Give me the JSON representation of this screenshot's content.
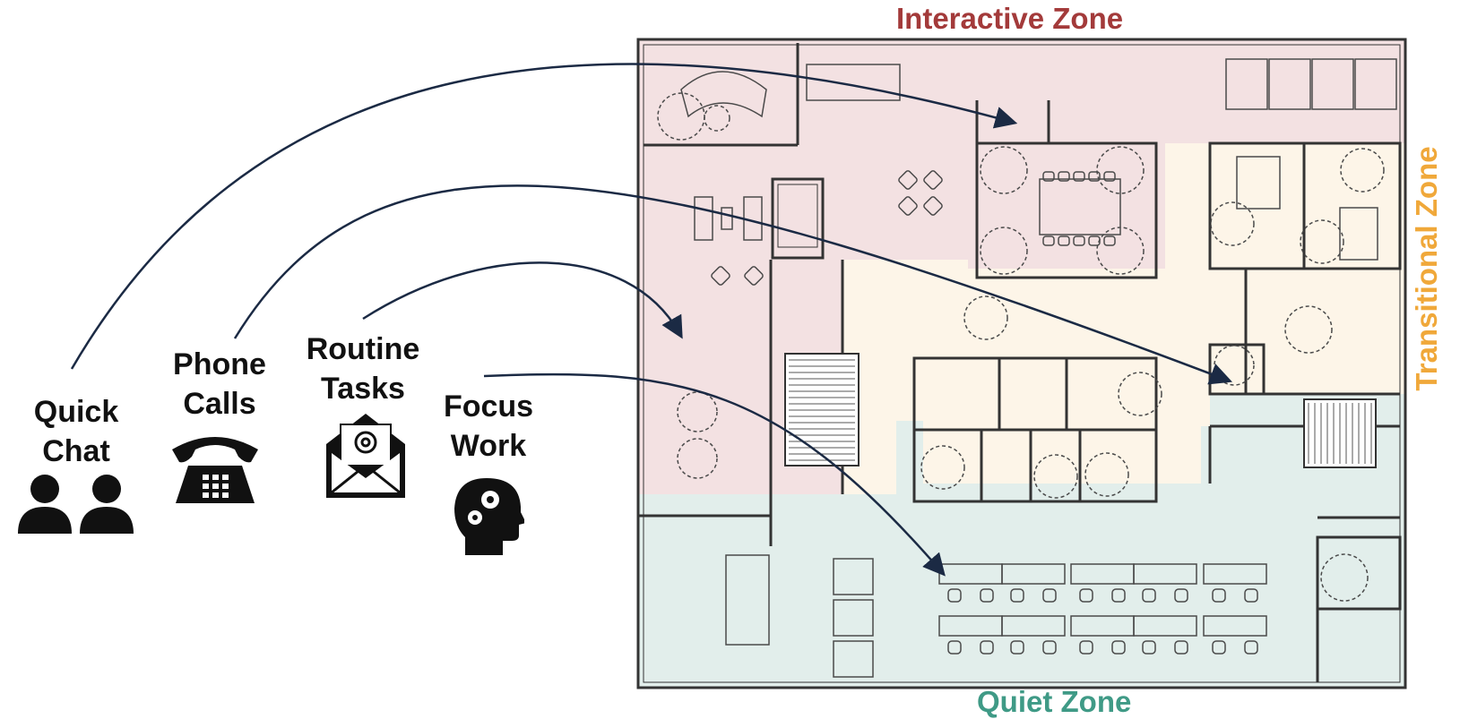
{
  "zones": {
    "interactive": {
      "label": "Interactive Zone",
      "color": "#a33a3a",
      "fill": "#f3e1e2"
    },
    "transitional": {
      "label": "Transitional Zone",
      "color": "#f0a83a",
      "fill": "#fdf5e8"
    },
    "quiet": {
      "label": "Quiet Zone",
      "color": "#3f9a86",
      "fill": "#e2eeeb"
    }
  },
  "activities": [
    {
      "id": "quick-chat",
      "line1": "Quick",
      "line2": "Chat",
      "icon": "two-people-icon",
      "target_zone": "interactive"
    },
    {
      "id": "phone-calls",
      "line1": "Phone",
      "line2": "Calls",
      "icon": "desk-phone-icon",
      "target_zone": "transitional"
    },
    {
      "id": "routine-tasks",
      "line1": "Routine",
      "line2": "Tasks",
      "icon": "email-envelope-icon",
      "target_zone": "interactive"
    },
    {
      "id": "focus-work",
      "line1": "Focus",
      "line2": "Work",
      "icon": "head-gears-icon",
      "target_zone": "quiet"
    }
  ],
  "colors": {
    "arrow": "#1b2a44",
    "wall": "#333333",
    "furniture": "#4a4a4a",
    "text": "#111111"
  }
}
